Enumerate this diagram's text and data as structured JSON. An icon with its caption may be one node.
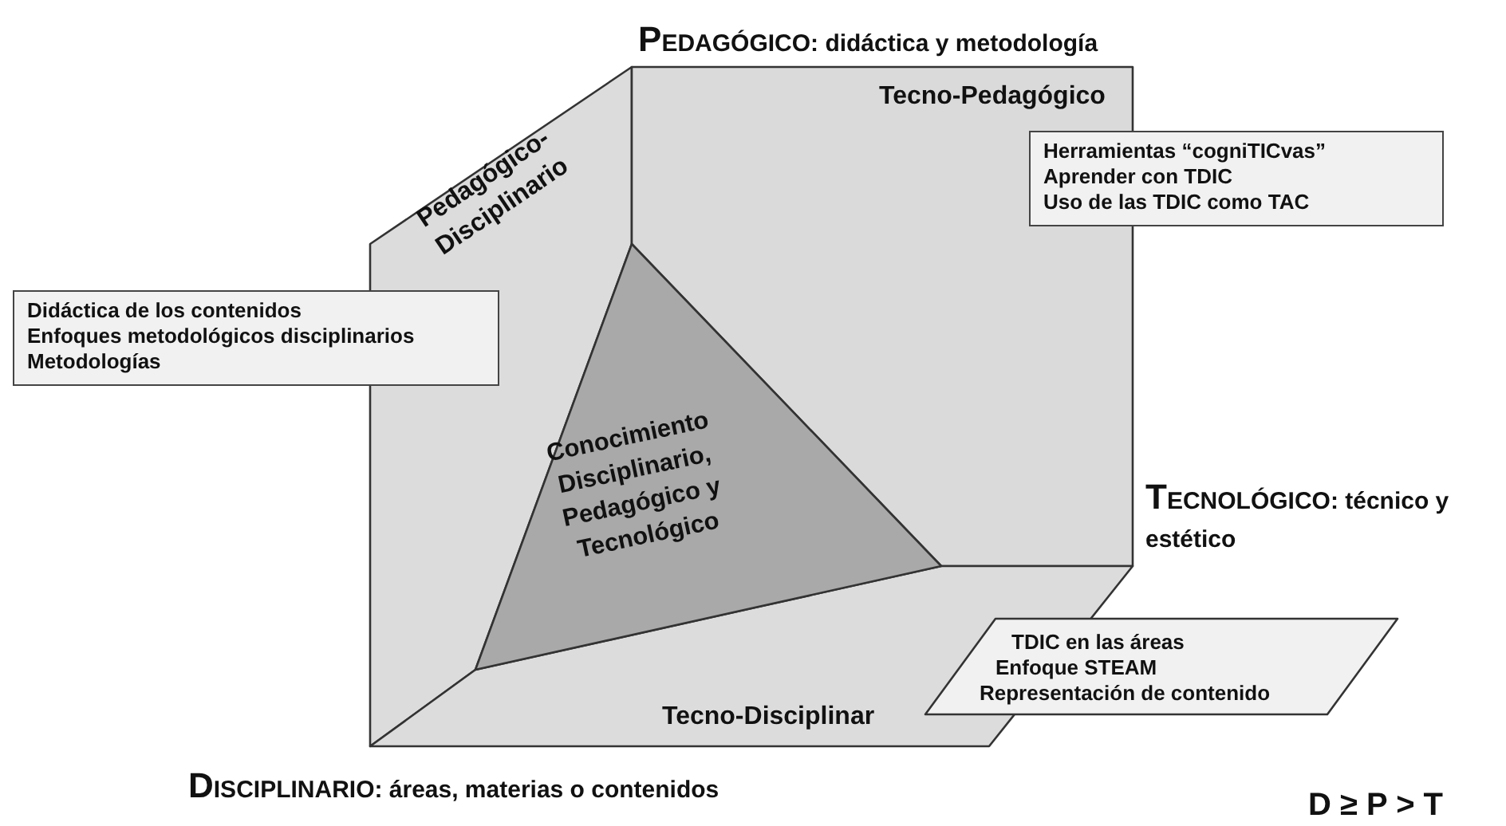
{
  "diagram": {
    "nodes": [
      {
        "text": [
          "Pedagógico-Disciplinario"
        ]
      },
      {
        "text": [
          "Tecno-Pedagógico"
        ]
      },
      {
        "text": [
          "Tecno-Disciplinar"
        ]
      },
      {
        "text": [
          "Conocimiento Disciplinario, Pedagógico y Tecnológico"
        ]
      },
      {
        "text": [
          "Herramientas “cogniTICvas”",
          "Aprender con TDIC",
          "Uso de las TDIC como TAC"
        ]
      },
      {
        "text": [
          "Didáctica de los contenidos",
          "Enfoques metodológicos disciplinarios",
          "Metodologías"
        ]
      },
      {
        "text": [
          "TDIC en las áreas",
          "Enfoque STEAM",
          "Representación de contenido"
        ]
      }
    ],
    "edges": [],
    "labels": [
      "PEDAGÓGICO: didáctica y metodología",
      "TECNOLÓGICO: técnico y estético",
      "DISCIPLINARIO: áreas, materias o contenidos",
      "D ≥ P > T"
    ]
  }
}
